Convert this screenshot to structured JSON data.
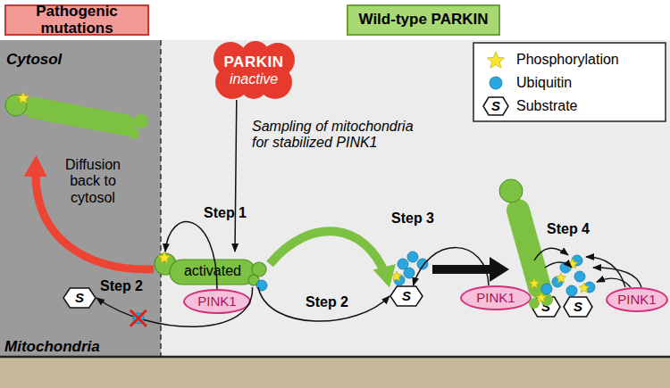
{
  "diagram": {
    "nodes": [
      {
        "text": [
          "Pathogenic mutations"
        ]
      },
      {
        "text": [
          "Wild-type PARKIN"
        ]
      },
      {
        "text": [
          "PARKIN",
          "inactive"
        ]
      },
      {
        "text": [
          "activated"
        ]
      },
      {
        "text": [
          "S"
        ]
      },
      {
        "text": [
          "PINK1"
        ]
      },
      {
        "text": [
          "S"
        ]
      },
      {
        "text": [
          "PINK1"
        ]
      },
      {
        "text": [
          "S"
        ]
      },
      {
        "text": [
          "S"
        ]
      },
      {
        "text": [
          "PINK1"
        ]
      }
    ],
    "edges": [
      {
        "from": 2,
        "to": 3,
        "arrow": "to",
        "label": "Sampling of mitochondria for stabilized PINK1"
      },
      {
        "from": 5,
        "to": 3,
        "arrow": "to",
        "label": "Step 1"
      },
      {
        "from": 3,
        "to": 4,
        "arrow": "to",
        "label": "Step 2"
      },
      {
        "from": 3,
        "to": 6,
        "arrow": "to",
        "label": "Step 2"
      },
      {
        "from": 3,
        "to": 6,
        "arrow": "to"
      },
      {
        "from": 7,
        "to": 6,
        "arrow": "to",
        "label": "Step 3"
      }
    ],
    "labels": [
      "Cytosol",
      "Mitochondria",
      "Diffusion back to cytosol",
      "Step 4",
      "S"
    ],
    "legend": [
      {
        "text": "Phosphorylation",
        "color": "#f7e733"
      },
      {
        "text": "Ubiquitin",
        "color": "#29a8e0"
      },
      {
        "text": "Substrate"
      }
    ]
  }
}
